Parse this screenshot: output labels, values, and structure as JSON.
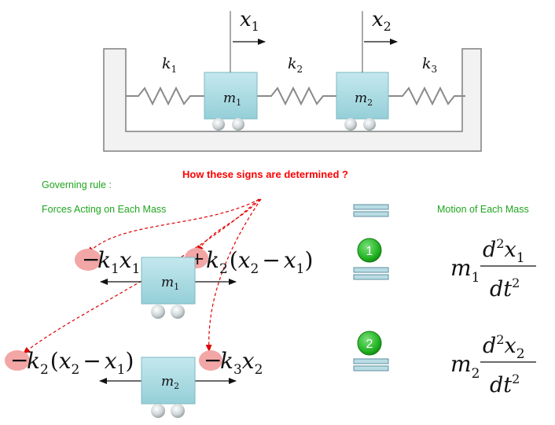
{
  "top_diagram": {
    "displacement_1": {
      "base": "x",
      "sub": "1"
    },
    "displacement_2": {
      "base": "x",
      "sub": "2"
    },
    "spring_1": {
      "base": "k",
      "sub": "1"
    },
    "spring_2": {
      "base": "k",
      "sub": "2"
    },
    "spring_3": {
      "base": "k",
      "sub": "3"
    },
    "mass_1": {
      "base": "m",
      "sub": "1"
    },
    "mass_2": {
      "base": "m",
      "sub": "2"
    }
  },
  "labels": {
    "question": "How these signs are determined ?",
    "governing_rule": "Governing rule :",
    "forces_heading": "Forces Acting on Each Mass",
    "motion_heading": "Motion of Each Mass"
  },
  "badges": {
    "one": "1",
    "two": "2"
  },
  "equation_1": {
    "sign_left": "−",
    "k_left": "k",
    "k_left_sub": "1",
    "x_left": "x",
    "x_left_sub": "1",
    "sign_right": "+",
    "k_right": "k",
    "k_right_sub": "2",
    "open_paren": "(",
    "xa": "x",
    "xa_sub": "2",
    "minus": "−",
    "xb": "x",
    "xb_sub": "1",
    "close_paren": ")",
    "mass": "m",
    "mass_sub": "1",
    "rhs_m": "m",
    "rhs_m_sub": "1",
    "rhs_num_d": "d",
    "rhs_num_sup": "2",
    "rhs_num_x": "x",
    "rhs_num_x_sub": "1",
    "rhs_den_dt": "dt",
    "rhs_den_sup": "2"
  },
  "equation_2": {
    "sign_left": "−",
    "k_left": "k",
    "k_left_sub": "2",
    "open_paren": "(",
    "xa": "x",
    "xa_sub": "2",
    "minus": "−",
    "xb": "x",
    "xb_sub": "1",
    "close_paren": ")",
    "sign_right": "−",
    "k_right": "k",
    "k_right_sub": "3",
    "x_right": "x",
    "x_right_sub": "2",
    "mass": "m",
    "mass_sub": "2",
    "rhs_m": "m",
    "rhs_m_sub": "2",
    "rhs_num_d": "d",
    "rhs_num_sup": "2",
    "rhs_num_x": "x",
    "rhs_num_x_sub": "2",
    "rhs_den_dt": "dt",
    "rhs_den_sup": "2"
  },
  "colors": {
    "mass_fill": "#a9dbe2",
    "mass_stroke": "#7fb8c2",
    "container_fill": "#f2f2f2",
    "spring": "#8a8a8a",
    "sign_bubble": "#f2a6a6",
    "sign_text": "#cc0000",
    "green_text": "#1fa51f",
    "red_text": "#ff0000",
    "badge": "#22b422",
    "equals_fill": "#b9dde4"
  }
}
